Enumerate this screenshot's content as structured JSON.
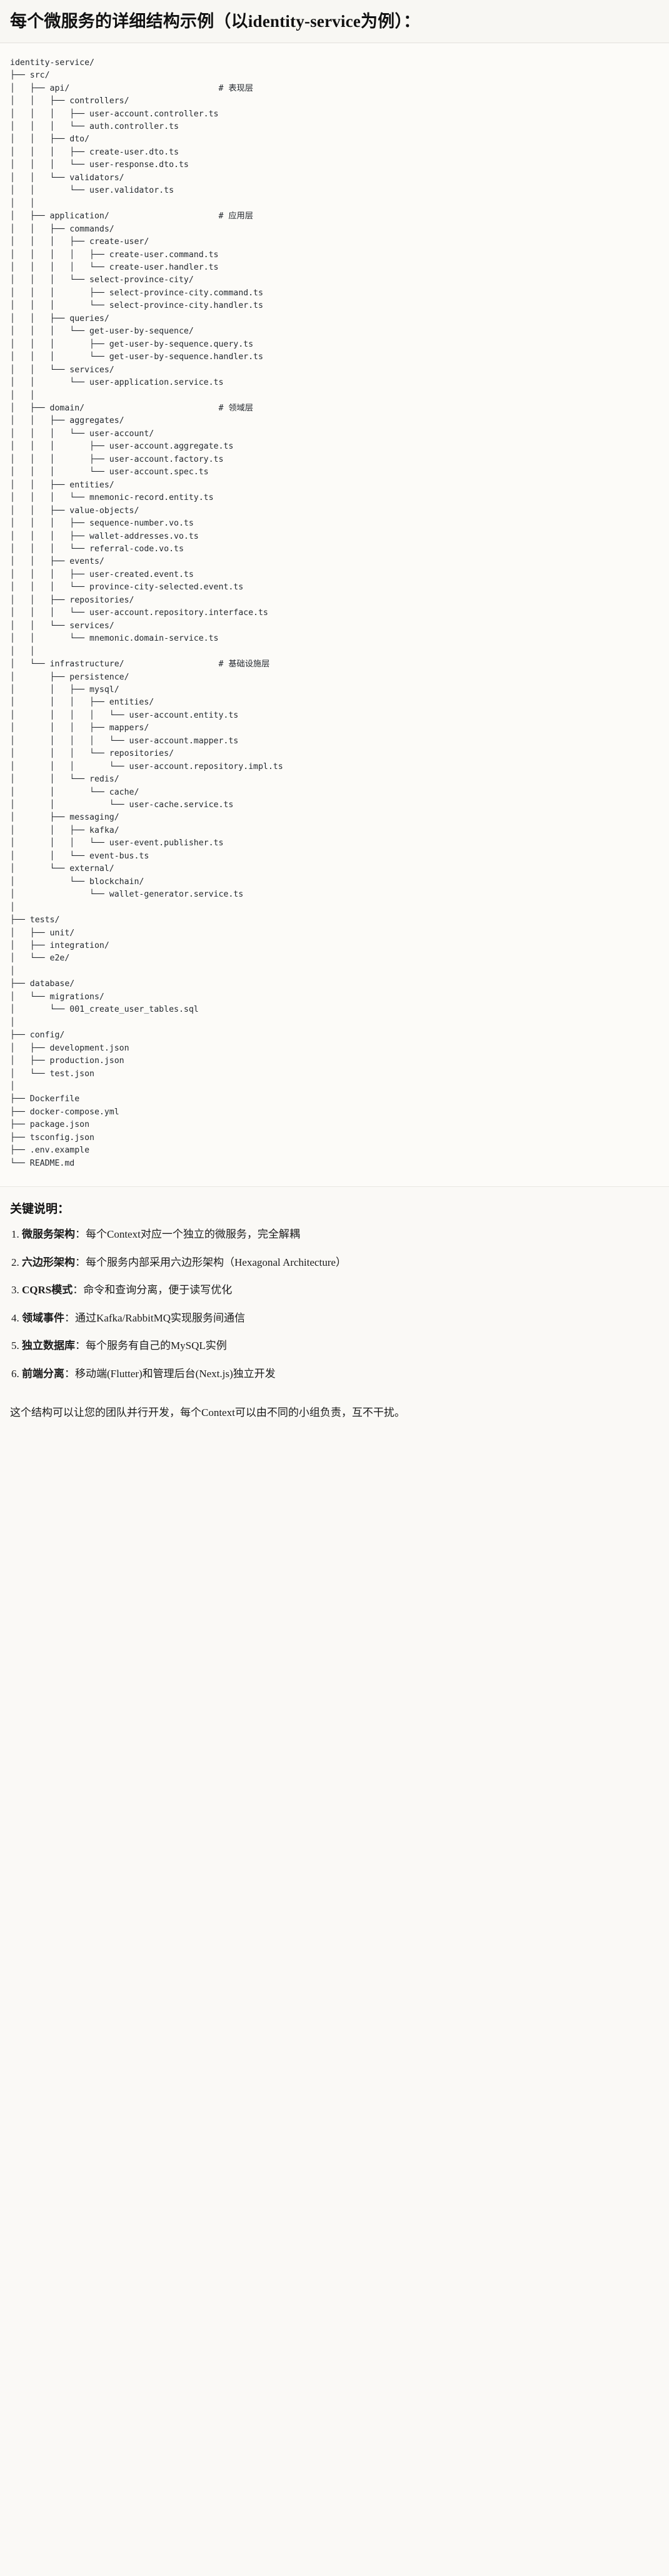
{
  "header": {
    "title": "每个微服务的详细结构示例（以identity-service为例）："
  },
  "tree": {
    "root_label": "identity-service/",
    "layer_comments": {
      "api": "# 表现层",
      "application": "# 应用层",
      "domain": "# 领域层",
      "infrastructure": "# 基础设施层"
    },
    "text": "identity-service/\n├── src/\n│   ├── api/                              # 表现层\n│   │   ├── controllers/\n│   │   │   ├── user-account.controller.ts\n│   │   │   └── auth.controller.ts\n│   │   ├── dto/\n│   │   │   ├── create-user.dto.ts\n│   │   │   └── user-response.dto.ts\n│   │   └── validators/\n│   │       └── user.validator.ts\n│   │\n│   ├── application/                      # 应用层\n│   │   ├── commands/\n│   │   │   ├── create-user/\n│   │   │   │   ├── create-user.command.ts\n│   │   │   │   └── create-user.handler.ts\n│   │   │   └── select-province-city/\n│   │   │       ├── select-province-city.command.ts\n│   │   │       └── select-province-city.handler.ts\n│   │   ├── queries/\n│   │   │   └── get-user-by-sequence/\n│   │   │       ├── get-user-by-sequence.query.ts\n│   │   │       └── get-user-by-sequence.handler.ts\n│   │   └── services/\n│   │       └── user-application.service.ts\n│   │\n│   ├── domain/                           # 领域层\n│   │   ├── aggregates/\n│   │   │   └── user-account/\n│   │   │       ├── user-account.aggregate.ts\n│   │   │       ├── user-account.factory.ts\n│   │   │       └── user-account.spec.ts\n│   │   ├── entities/\n│   │   │   └── mnemonic-record.entity.ts\n│   │   ├── value-objects/\n│   │   │   ├── sequence-number.vo.ts\n│   │   │   ├── wallet-addresses.vo.ts\n│   │   │   └── referral-code.vo.ts\n│   │   ├── events/\n│   │   │   ├── user-created.event.ts\n│   │   │   └── province-city-selected.event.ts\n│   │   ├── repositories/\n│   │   │   └── user-account.repository.interface.ts\n│   │   └── services/\n│   │       └── mnemonic.domain-service.ts\n│   │\n│   └── infrastructure/                   # 基础设施层\n│       ├── persistence/\n│       │   ├── mysql/\n│       │   │   ├── entities/\n│       │   │   │   └── user-account.entity.ts\n│       │   │   ├── mappers/\n│       │   │   │   └── user-account.mapper.ts\n│       │   │   └── repositories/\n│       │   │       └── user-account.repository.impl.ts\n│       │   └── redis/\n│       │       └── cache/\n│       │           └── user-cache.service.ts\n│       ├── messaging/\n│       │   ├── kafka/\n│       │   │   └── user-event.publisher.ts\n│       │   └── event-bus.ts\n│       └── external/\n│           └── blockchain/\n│               └── wallet-generator.service.ts\n│\n├── tests/\n│   ├── unit/\n│   ├── integration/\n│   └── e2e/\n│\n├── database/\n│   └── migrations/\n│       └── 001_create_user_tables.sql\n│\n├── config/\n│   ├── development.json\n│   ├── production.json\n│   └── test.json\n│\n├── Dockerfile\n├── docker-compose.yml\n├── package.json\n├── tsconfig.json\n├── .env.example\n└── README.md"
  },
  "notes": {
    "heading": "关键说明：",
    "items": [
      {
        "index": "1.",
        "term": "微服务架构",
        "sep": "：",
        "desc": "每个Context对应一个独立的微服务，完全解耦"
      },
      {
        "index": "2.",
        "term": "六边形架构",
        "sep": "：",
        "desc": "每个服务内部采用六边形架构（Hexagonal Architecture）"
      },
      {
        "index": "3.",
        "term": "CQRS模式",
        "sep": "：",
        "desc": "命令和查询分离，便于读写优化"
      },
      {
        "index": "4.",
        "term": "领域事件",
        "sep": "：",
        "desc": "通过Kafka/RabbitMQ实现服务间通信"
      },
      {
        "index": "5.",
        "term": "独立数据库",
        "sep": "：",
        "desc": "每个服务有自己的MySQL实例"
      },
      {
        "index": "6.",
        "term": "前端分离",
        "sep": "：",
        "desc": "移动端(Flutter)和管理后台(Next.js)独立开发"
      }
    ],
    "closing": "这个结构可以让您的团队并行开发，每个Context可以由不同的小组负责，互不干扰。"
  }
}
